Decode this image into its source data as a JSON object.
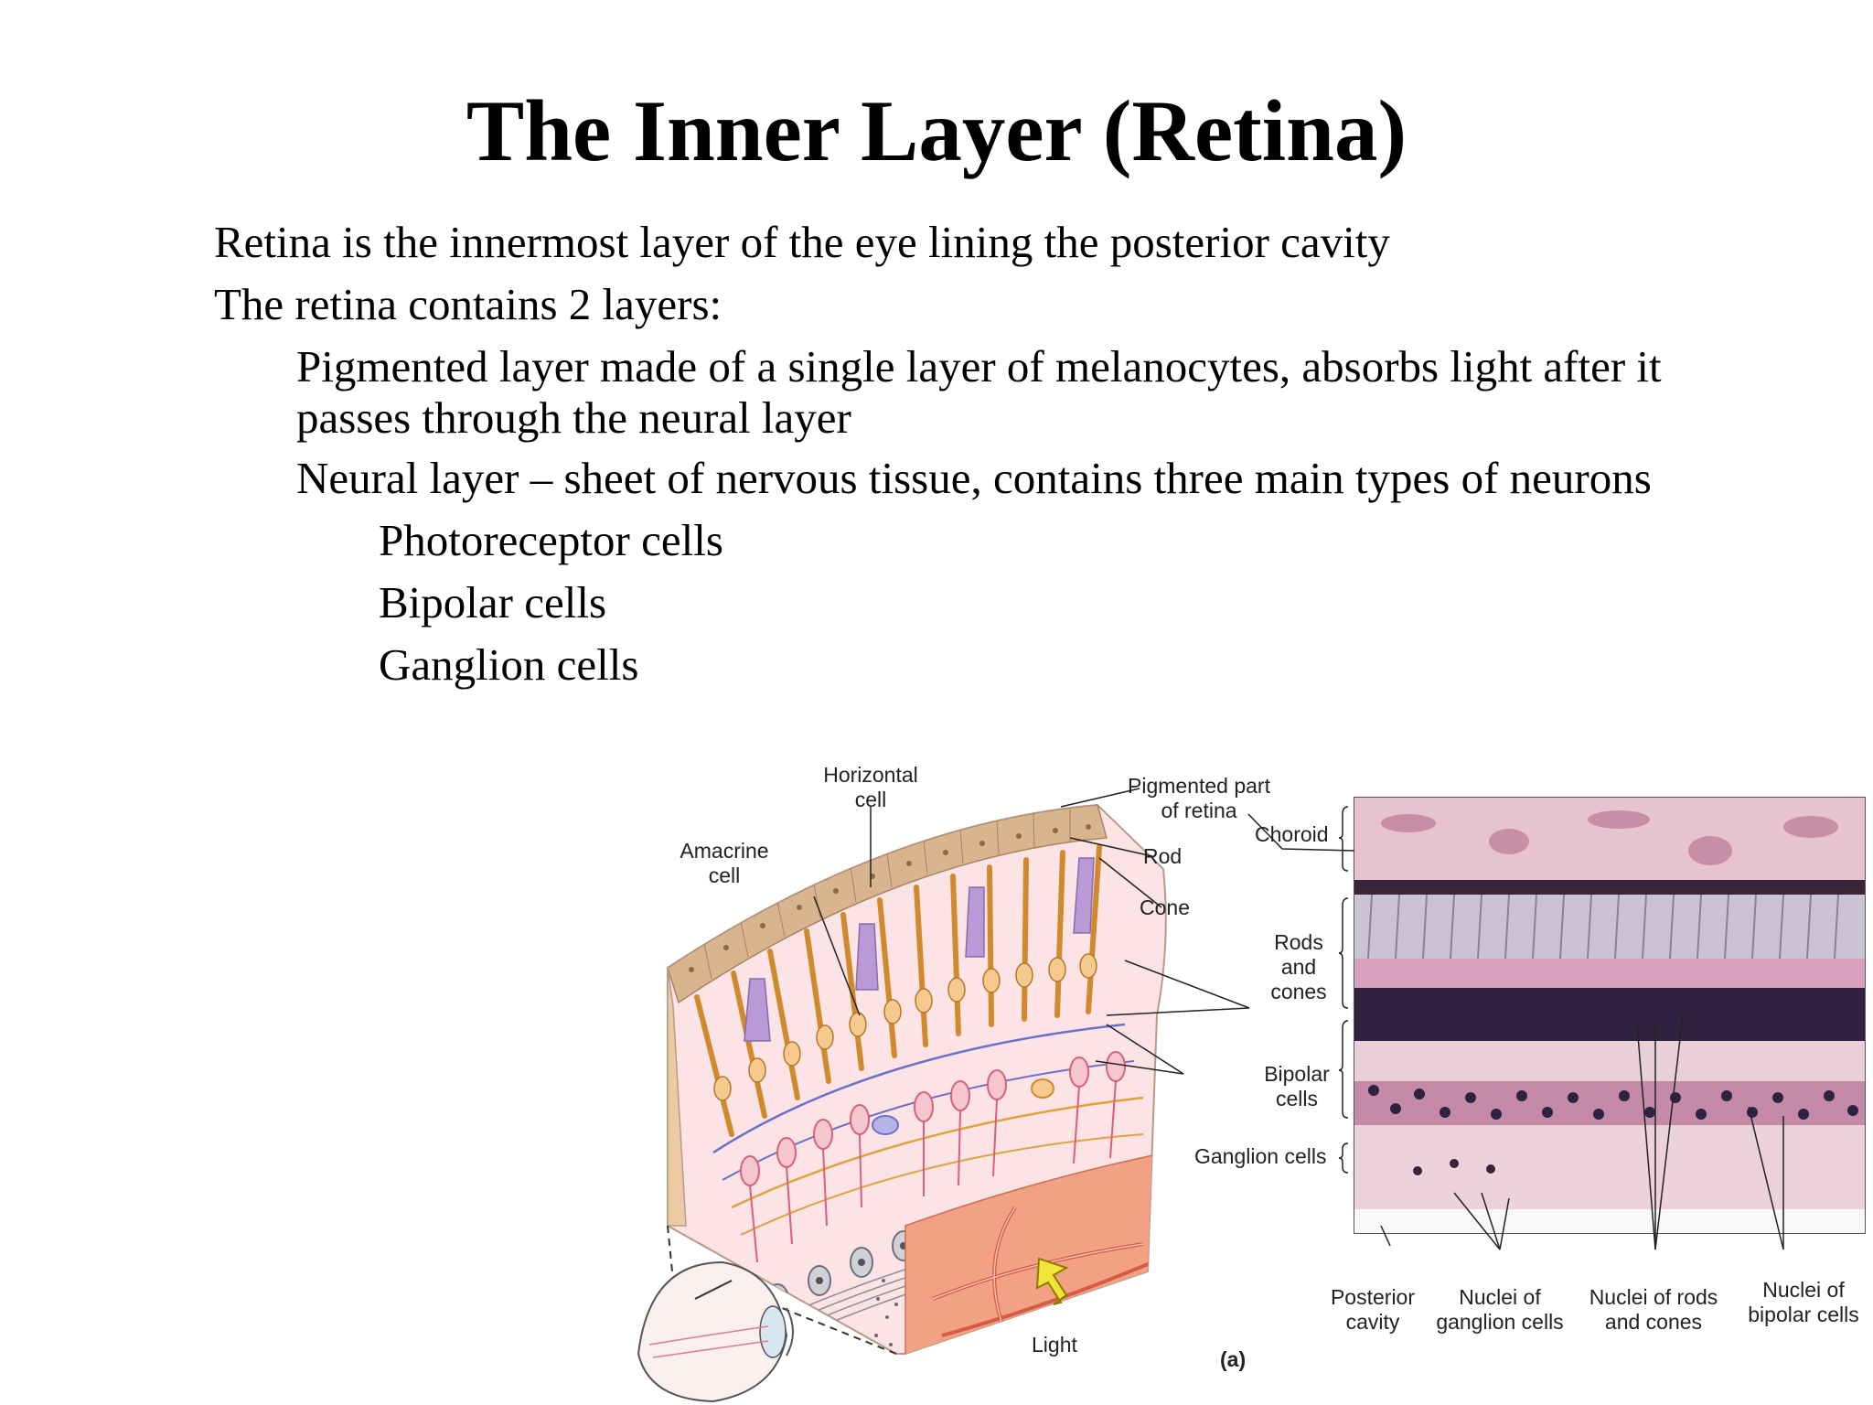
{
  "slide": {
    "title": "The Inner Layer (Retina)",
    "bullets": [
      {
        "level": 1,
        "text": "Retina is the innermost layer of the eye lining the posterior cavity"
      },
      {
        "level": 1,
        "text": "The retina contains 2 layers:"
      },
      {
        "level": 2,
        "text": "Pigmented layer made of a single layer of melanocytes, absorbs light after it"
      },
      {
        "level": 2,
        "text": "passes through the neural layer"
      },
      {
        "level": 2,
        "text": "Neural layer – sheet of nervous tissue, contains three main types of neurons"
      },
      {
        "level": 3,
        "text": "Photoreceptor cells"
      },
      {
        "level": 3,
        "text": "Bipolar cells"
      },
      {
        "level": 3,
        "text": "Ganglion cells"
      }
    ]
  },
  "figure": {
    "label_horizontal_cell": [
      "Horizontal",
      "cell"
    ],
    "label_amacrine_cell": [
      "Amacrine",
      "cell"
    ],
    "label_pigmented_part": [
      "Pigmented part",
      "of retina"
    ],
    "label_rod": "Rod",
    "label_cone": "Cone",
    "label_choroid": "Choroid",
    "label_rods_and_cones": [
      "Rods",
      "and",
      "cones"
    ],
    "label_bipolar_cells": [
      "Bipolar",
      "cells"
    ],
    "label_ganglion_cells": "Ganglion cells",
    "label_light": "Light",
    "label_panel": "(a)",
    "label_posterior_cavity": [
      "Posterior",
      "cavity"
    ],
    "label_nuclei_ganglion": [
      "Nuclei of",
      "ganglion cells"
    ],
    "label_nuclei_rods_cones": [
      "Nuclei of rods",
      "and cones"
    ],
    "label_nuclei_bipolar": [
      "Nuclei  of",
      "bipolar cells"
    ],
    "colors": {
      "pigment": "#d9b58f",
      "rod": "#f0b45a",
      "cone": "#b99ad6",
      "bipolar": "#e07a8a",
      "ganglion": "#a9a9b2",
      "vessel_tissue": "#f3a184",
      "micro_top": "#e7c3d0",
      "micro_dark": "#3a2438",
      "light_arrow": "#f2e43a"
    }
  }
}
